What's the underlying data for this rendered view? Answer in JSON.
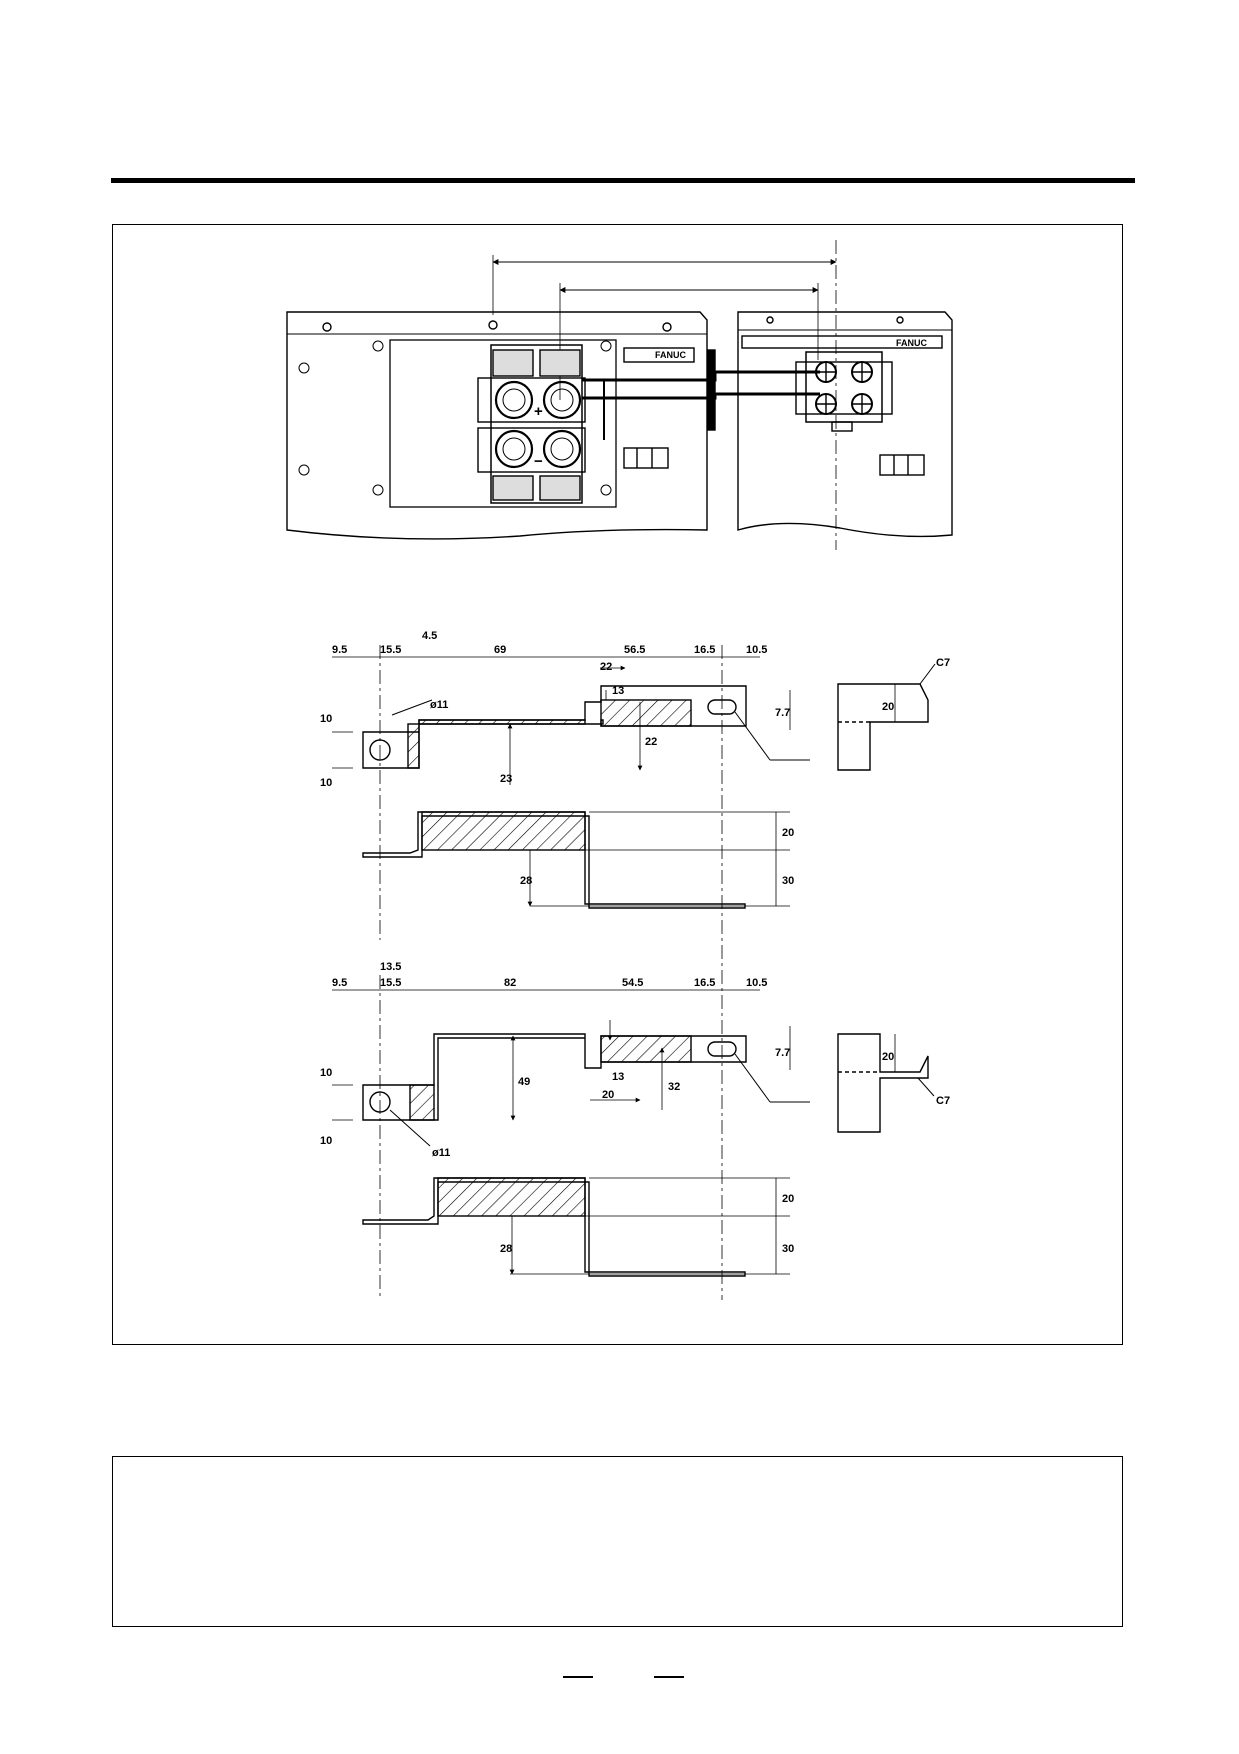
{
  "brand": {
    "logo": "FANUC"
  },
  "terminal_signs": {
    "plus": "+",
    "minus": "−"
  },
  "bar1": {
    "top_dims": [
      "9.5",
      "15.5",
      "4.5",
      "69",
      "56.5",
      "16.5",
      "10.5"
    ],
    "dims": {
      "d22h": "22",
      "d13": "13",
      "d22v": "22",
      "d10a": "10",
      "d10b": "10",
      "d23": "23",
      "d77": "7.7",
      "hole": "ø11",
      "chamfer": "C7",
      "d20": "20"
    },
    "side_dims": {
      "d20": "20",
      "d30": "30",
      "d28": "28"
    }
  },
  "bar2": {
    "top_dims": [
      "9.5",
      "15.5",
      "13.5",
      "82",
      "54.5",
      "16.5",
      "10.5"
    ],
    "dims": {
      "d13": "13",
      "d20h": "20",
      "d32": "32",
      "d49": "49",
      "d10a": "10",
      "d10b": "10",
      "d77": "7.7",
      "hole": "ø11",
      "chamfer": "C7",
      "d20": "20"
    },
    "side_dims": {
      "d20": "20",
      "d30": "30",
      "d28": "28"
    }
  }
}
